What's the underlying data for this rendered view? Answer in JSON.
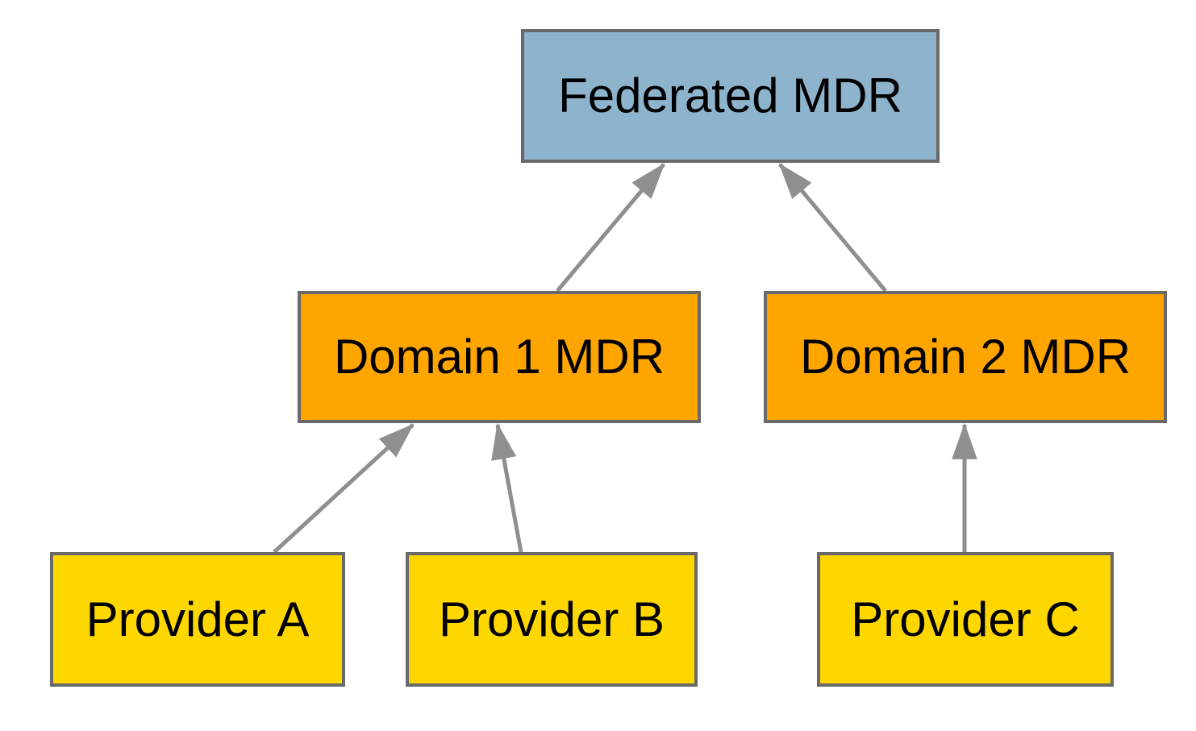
{
  "diagram": {
    "type": "hierarchy",
    "background": "#ffffff",
    "colors": {
      "node_border": "#696969",
      "arrow": "#8f8f8f",
      "label_text": "#000000",
      "federated_fill": "#8db4cc",
      "domain_fill": "#ffa500",
      "provider_fill": "#ffd700"
    },
    "nodes": [
      {
        "id": "federated",
        "label": "Federated MDR",
        "level": "top",
        "fill": "#8db4cc"
      },
      {
        "id": "domain1",
        "label": "Domain 1 MDR",
        "level": "middle",
        "fill": "#ffa500"
      },
      {
        "id": "domain2",
        "label": "Domain 2 MDR",
        "level": "middle",
        "fill": "#ffa500"
      },
      {
        "id": "providerA",
        "label": "Provider A",
        "level": "bottom",
        "fill": "#ffd700"
      },
      {
        "id": "providerB",
        "label": "Provider B",
        "level": "bottom",
        "fill": "#ffd700"
      },
      {
        "id": "providerC",
        "label": "Provider C",
        "level": "bottom",
        "fill": "#ffd700"
      }
    ],
    "edges": [
      {
        "from": "Provider A",
        "to": "Domain 1 MDR"
      },
      {
        "from": "Provider B",
        "to": "Domain 1 MDR"
      },
      {
        "from": "Provider C",
        "to": "Domain 2 MDR"
      },
      {
        "from": "Domain 1 MDR",
        "to": "Federated MDR"
      },
      {
        "from": "Domain 2 MDR",
        "to": "Federated MDR"
      }
    ]
  }
}
